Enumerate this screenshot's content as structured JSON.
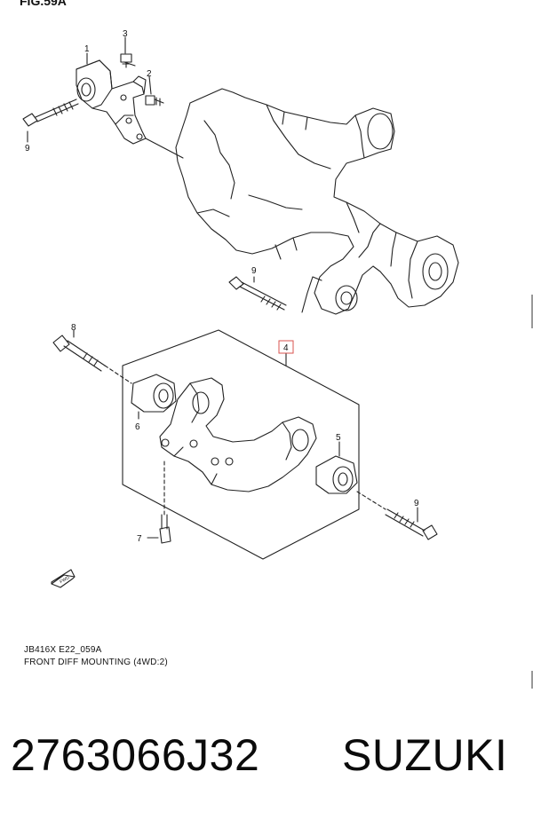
{
  "figure": {
    "fig_label": "FIG.59A",
    "drawing_code": "JB416X E22_059A",
    "title": "FRONT DIFF MOUNTING (4WD:2)",
    "callouts": {
      "c1": "1",
      "c2": "2",
      "c3": "3",
      "c4": "4",
      "c5": "5",
      "c6": "6",
      "c7": "7",
      "c8": "8",
      "c9a": "9",
      "c9b": "9",
      "c9c": "9"
    },
    "fwd_badge": "FWD",
    "colors": {
      "callout_box": "#d9534f",
      "lines": "#222222"
    }
  },
  "listing": {
    "part_number": "2763066J32",
    "brand": "SUZUKI"
  }
}
